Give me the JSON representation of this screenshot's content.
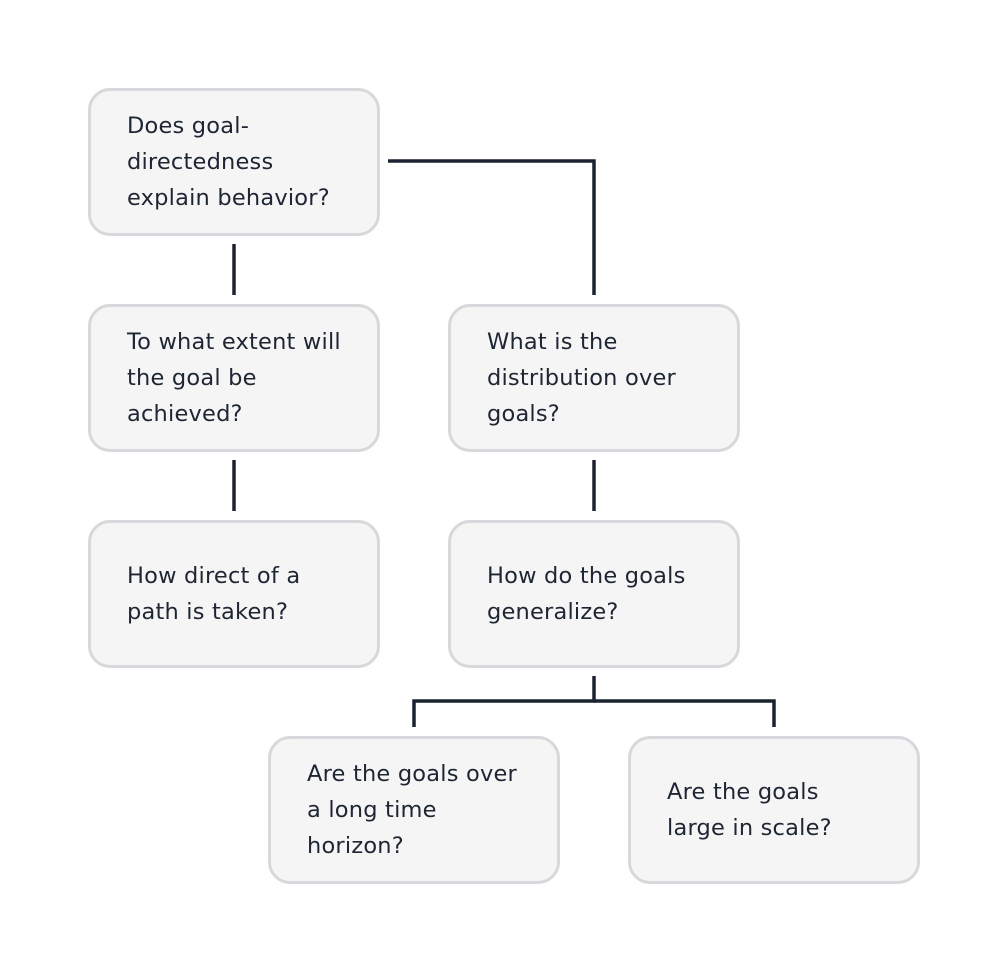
{
  "nodes": [
    {
      "id": "n1",
      "label": "Does goal-directedness explain behavior?"
    },
    {
      "id": "n2",
      "label": "To what extent will the goal be achieved?"
    },
    {
      "id": "n3",
      "label": "What is the distribution over goals?"
    },
    {
      "id": "n4",
      "label": "How direct of a path is taken?"
    },
    {
      "id": "n5",
      "label": "How do the goals generalize?"
    },
    {
      "id": "n6",
      "label": "Are the goals over a long time horizon?"
    },
    {
      "id": "n7",
      "label": "Are the goals large in scale?"
    }
  ],
  "edges": [
    {
      "from": "n1",
      "to": "n2"
    },
    {
      "from": "n1",
      "to": "n3"
    },
    {
      "from": "n2",
      "to": "n4"
    },
    {
      "from": "n3",
      "to": "n5"
    },
    {
      "from": "n5",
      "to": "n6"
    },
    {
      "from": "n5",
      "to": "n7"
    }
  ],
  "colors": {
    "node_fill": "#f5f5f5",
    "node_border": "#d8d8dc",
    "text": "#1e2533",
    "connector": "#1c2330"
  }
}
